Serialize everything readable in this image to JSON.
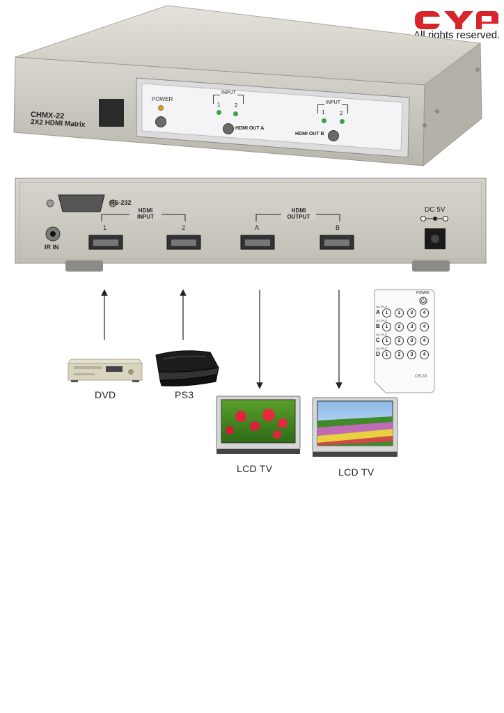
{
  "logo": {
    "brand": "CYP",
    "rights": "All rights reserved."
  },
  "front_panel": {
    "model": "CHMX-22",
    "subtitle": "2X2 HDMI Matrix",
    "power_label": "POWER",
    "input_label": "INPUT",
    "led_1": "1",
    "led_2": "2",
    "out_a_label": "HDMI OUT A",
    "out_b_label": "HDMI OUT B"
  },
  "rear_panel": {
    "rs232_label": "RS-232",
    "ir_label": "IR IN",
    "hdmi_input_label_1": "HDMI",
    "hdmi_input_label_2": "INPUT",
    "hdmi_output_label_1": "HDMI",
    "hdmi_output_label_2": "OUTPUT",
    "input_1": "1",
    "input_2": "2",
    "output_a": "A",
    "output_b": "B",
    "dc_label": "DC 5V"
  },
  "remote": {
    "power_label": "POWER",
    "output_label": "OUTPUT",
    "rows": [
      "A",
      "B",
      "C",
      "D"
    ],
    "buttons": [
      "1",
      "2",
      "3",
      "4"
    ],
    "model": "CR-33"
  },
  "devices": {
    "dvd": "DVD",
    "ps3": "PS3",
    "tv_1": "LCD TV",
    "tv_2": "LCD TV"
  },
  "colors": {
    "logo_red": "#d8242b",
    "chassis": "#cfcdc4",
    "led_green": "#3aa24a",
    "power_led": "#e0a030"
  }
}
